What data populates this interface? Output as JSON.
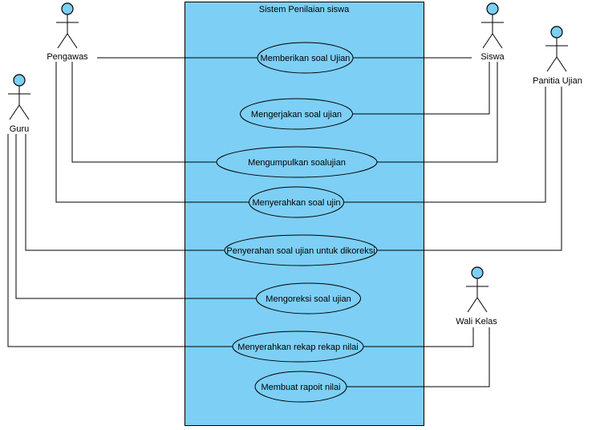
{
  "system": {
    "title": "Sistem Penilaian siswa"
  },
  "actors": {
    "pengawas": "Pengawas",
    "guru": "Guru",
    "siswa": "Siswa",
    "panitia": "Panitia Ujian",
    "walikelas": "Wali Kelas"
  },
  "usecases": {
    "uc1": "Memberikan soal Ujian",
    "uc2": "Mengerjakan soal ujian",
    "uc3": "Mengumpulkan soalujian",
    "uc4": "Menyerahkan soal ujin",
    "uc5": "Penyerahan soal ujian untuk dikoreksi",
    "uc6": "Mengoreksi soal ujian",
    "uc7": "Menyerahkan rekap rekap nilai",
    "uc8": "Membuat rapoit nilai"
  },
  "colors": {
    "system_fill": "#7dcff5",
    "usecase_fill": "#7dcff5",
    "actor_head_fill": "#7dcff5",
    "line": "#000000"
  }
}
